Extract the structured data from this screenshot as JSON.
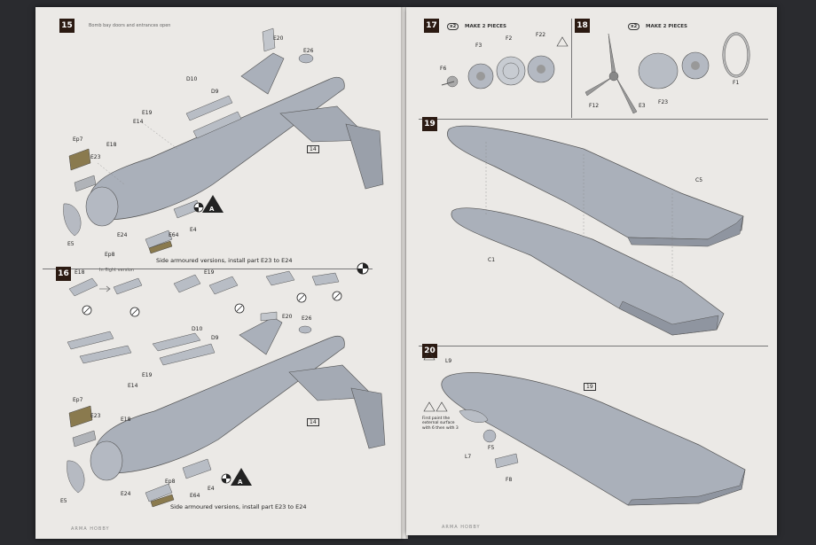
{
  "left_page": {
    "step15": {
      "number": "15",
      "note": "Bomb bay doors and entrances open",
      "caption": "Side armoured versions, install part E23 to E24",
      "parts": [
        "E20",
        "E26",
        "D10",
        "D9",
        "E19",
        "E14",
        "E18",
        "Ep7",
        "E23",
        "E5",
        "E24",
        "E4",
        "E64",
        "Ep8",
        "14"
      ],
      "marker": "A"
    },
    "step16": {
      "number": "16",
      "note": "In flight version",
      "caption": "Side armoured versions, install part E23 to E24",
      "parts": [
        "E18",
        "E19",
        "D10",
        "D9",
        "E20",
        "E26",
        "E14",
        "E19",
        "Ep7",
        "E23",
        "E18",
        "E5",
        "Ep8",
        "E24",
        "E64",
        "E4",
        "14"
      ],
      "marker": "A"
    },
    "footer": "ARMA HOBBY"
  },
  "right_page": {
    "step17": {
      "number": "17",
      "multiplier": "x2",
      "title": "MAKE 2 PIECES",
      "parts": [
        "F6",
        "F3",
        "F2",
        "F22"
      ]
    },
    "step18": {
      "number": "18",
      "multiplier": "x2",
      "title": "MAKE 2 PIECES",
      "parts": [
        "F12",
        "E3",
        "F23",
        "F1"
      ]
    },
    "step19": {
      "number": "19",
      "parts": [
        "C5",
        "C1"
      ]
    },
    "step20": {
      "number": "20",
      "parts": [
        "L9",
        "L7",
        "F5",
        "F8",
        "19"
      ],
      "note": "First paint the external surface with 6 then with 3"
    },
    "footer": "ARMA HOBBY"
  },
  "colors": {
    "page": "#ebe9e6",
    "model_grey": "#aab0ba",
    "background": "#2a2b2f",
    "step_box": "#2b1a12"
  }
}
